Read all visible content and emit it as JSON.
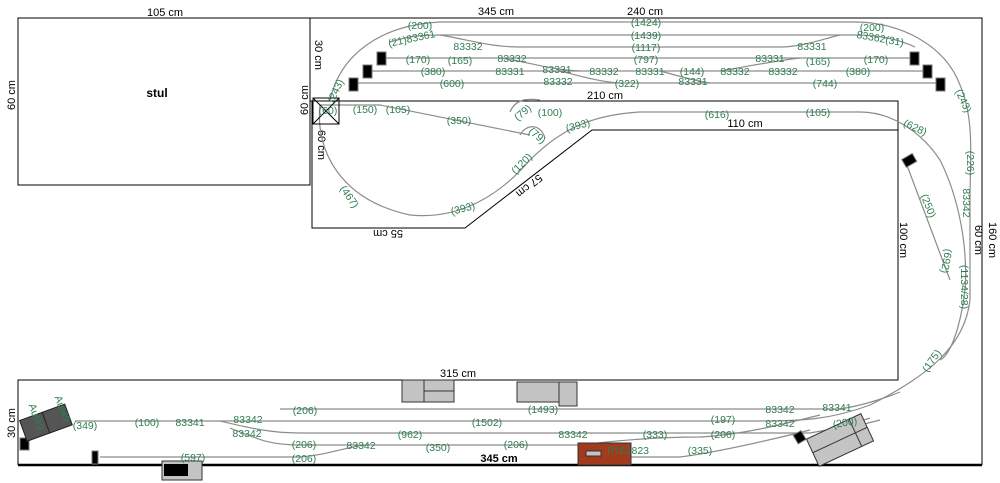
{
  "table": {
    "label": "stul",
    "width": "105 cm",
    "depth": "60 cm"
  },
  "dimensions": [
    "345 cm",
    "240 cm",
    "30 cm",
    "60 cm",
    "210 cm",
    "110 cm",
    "100 cm",
    "160 cm",
    "60 cm",
    "57 cm",
    "55 cm",
    "315 cm",
    "345 cm",
    "30 cm",
    "60 cm"
  ],
  "track_labels": {
    "top": [
      "(200)",
      "(1424)",
      "(200)",
      "(21)83361",
      "(1439)",
      "83362(31)",
      "83332",
      "(1117)",
      "83331",
      "(170)",
      "(165)",
      "83332",
      "(797)",
      "83331",
      "(165)",
      "(170)",
      "(380)",
      "83331",
      "83331",
      "83332",
      "83331",
      "(144)",
      "83332",
      "83332",
      "(380)",
      "(600)",
      "83332",
      "(322)",
      "83331",
      "(744)"
    ],
    "inner": [
      "(150)",
      "(105)",
      "(350)",
      "(79)",
      "(100)",
      "(79)",
      "(393)",
      "(120)",
      "(467)",
      "(393)",
      "(616)",
      "(105)",
      "(628)",
      "(243)",
      "(226)",
      "83342",
      "(1134/28)",
      "(692)",
      "(250)",
      "(175)",
      "(243)",
      "(60)"
    ],
    "bottom": [
      "(349)",
      "(100)",
      "83341",
      "83342",
      "(1502)",
      "(197)",
      "83342",
      "83341",
      "(206)",
      "(1493)",
      "83342",
      "(962)",
      "(206)",
      "83342",
      "(206)",
      "83342",
      "(350)",
      "(206)",
      "83342",
      "(333)",
      "(597)",
      "(206)",
      "P161823",
      "(335)",
      "(200)",
      "Aut49",
      "Aut49"
    ]
  },
  "colors": {
    "track": "#8c8c8c",
    "label": "#2e7d4f",
    "building": "#c4c4c4",
    "station": "#a23a1e"
  }
}
